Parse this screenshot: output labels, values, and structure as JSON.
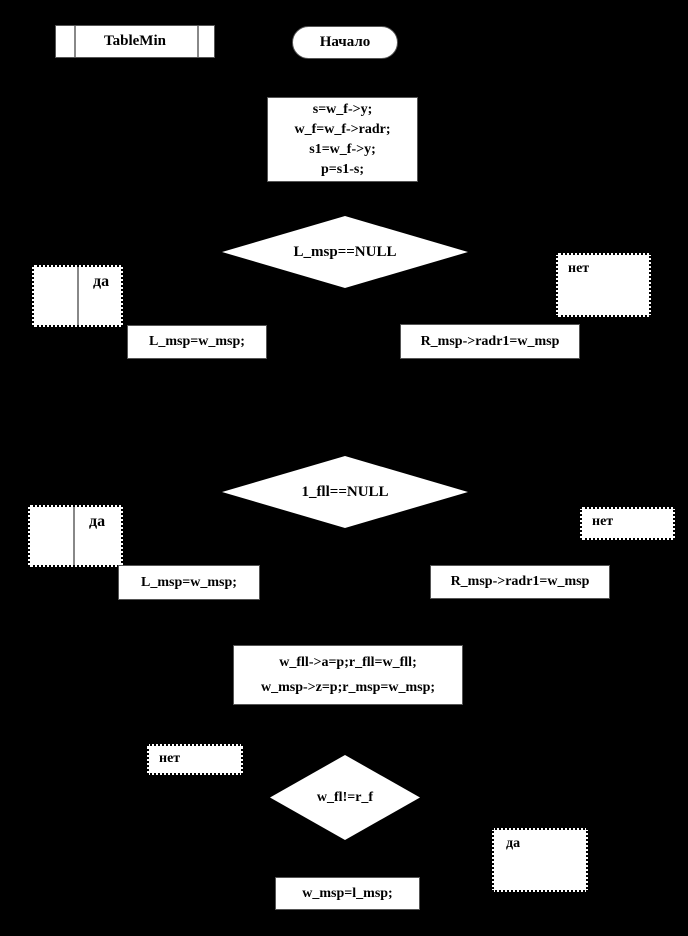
{
  "diagram": {
    "background": "#000000",
    "node_fill": "#ffffff",
    "divider_color": "#888888",
    "nodes": {
      "tablemin_label": "TableMin",
      "start_label": "Начало",
      "init_lines": [
        "s=w_f->y;",
        "w_f=w_f->radr;",
        "s1=w_f->y;",
        "p=s1-s;"
      ],
      "decision1_label": "L_msp==NULL",
      "yes1_label": "да",
      "no1_label": "нет",
      "assign_yes1_label": "L_msp=w_msp;",
      "assign_no1_label": "R_msp->radr1=w_msp",
      "decision2_label": "1_fll==NULL",
      "yes2_label": "да",
      "no2_label": "нет",
      "assign_yes2_label": "L_msp=w_msp;",
      "assign_no2_label": "R_msp->radr1=w_msp",
      "update_lines": [
        "w_fll->a=p;r_fll=w_fll;",
        "w_msp->z=p;r_msp=w_msp;"
      ],
      "no3_label": "нет",
      "decision3_label": "w_fl!=r_f",
      "yes3_label": "да",
      "result_label": "w_msp=l_msp;"
    }
  }
}
